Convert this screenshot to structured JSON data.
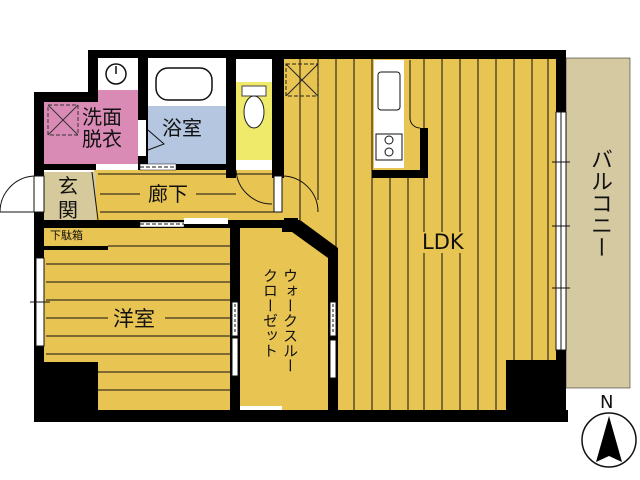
{
  "floorplan": {
    "rooms": {
      "washroom": {
        "label_line1": "洗面",
        "label_line2": "脱衣"
      },
      "bathroom": {
        "label": "浴室"
      },
      "entrance": {
        "label_line1": "玄",
        "label_line2": "関"
      },
      "shoe_box": {
        "label": "下駄箱"
      },
      "hallway": {
        "label": "廊下"
      },
      "western_room": {
        "label": "洋室"
      },
      "walk_through_closet": {
        "label_line1": "ウォークスルー",
        "label_line2": "クローゼット"
      },
      "ldk": {
        "label": "LDK"
      },
      "balcony": {
        "label": "バルコニー"
      }
    },
    "compass": {
      "label": "N"
    },
    "colors": {
      "floor_wood": "#e8c453",
      "washroom": "#d98bb5",
      "bathroom": "#b5c6e0",
      "toilet": "#f0ea6a",
      "entrance": "#d6c99c",
      "balcony": "#d4c9a0",
      "wall": "#000000"
    }
  }
}
